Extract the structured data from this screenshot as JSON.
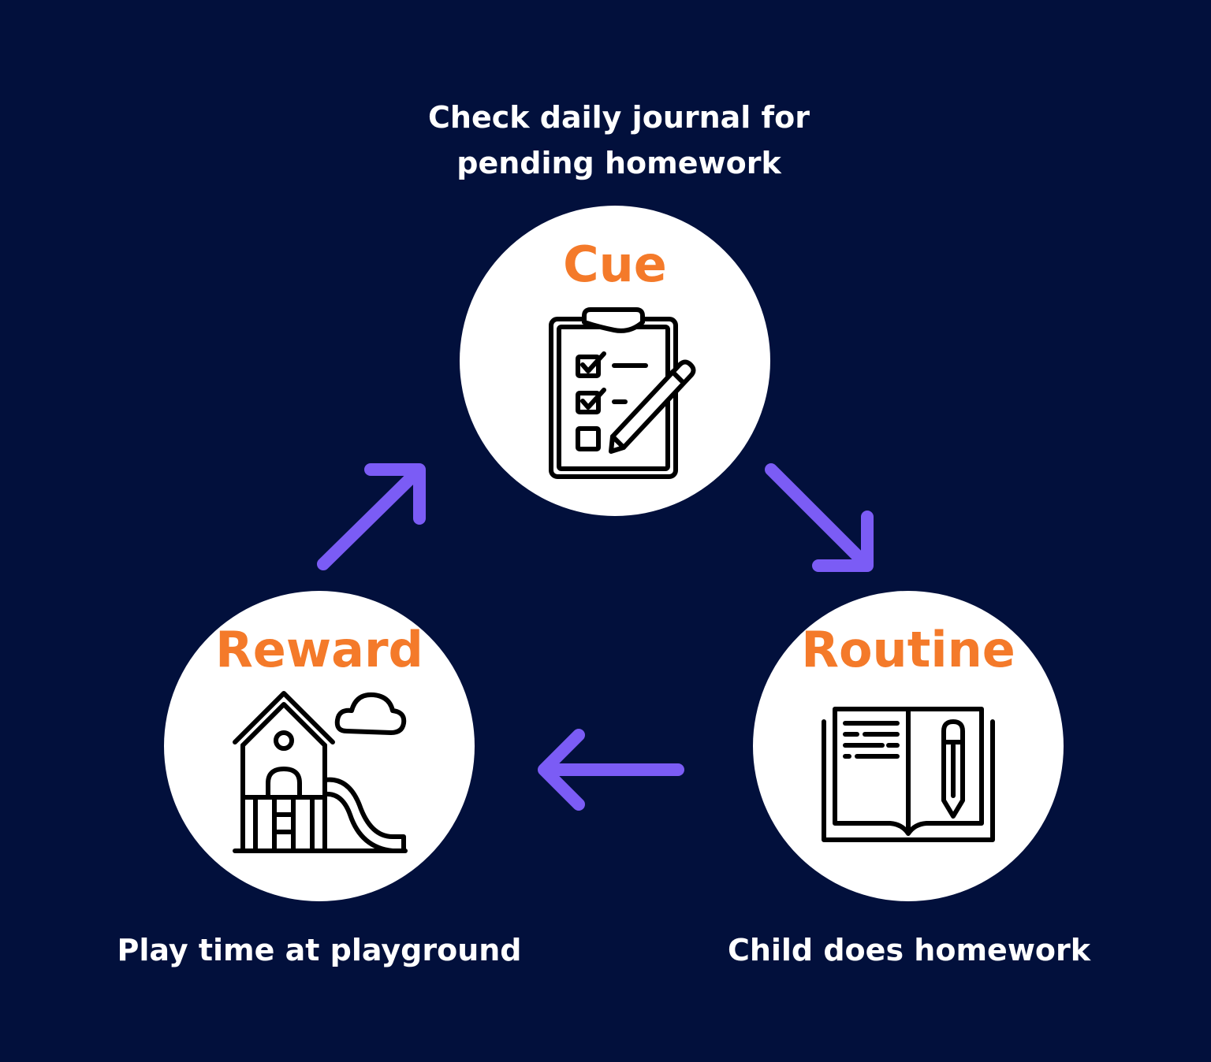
{
  "cycle": {
    "cue": {
      "title": "Cue",
      "description_line1": "Check daily journal for",
      "description_line2": "pending homework",
      "icon": "clipboard-checklist-icon"
    },
    "routine": {
      "title": "Routine",
      "description": "Child does homework",
      "icon": "open-book-pencil-icon"
    },
    "reward": {
      "title": "Reward",
      "description": "Play time at playground",
      "icon": "playhouse-slide-icon"
    }
  },
  "colors": {
    "background": "#02103c",
    "title": "#f47a2a",
    "arrow": "#7b5cf5",
    "text": "#ffffff",
    "node": "#ffffff"
  }
}
